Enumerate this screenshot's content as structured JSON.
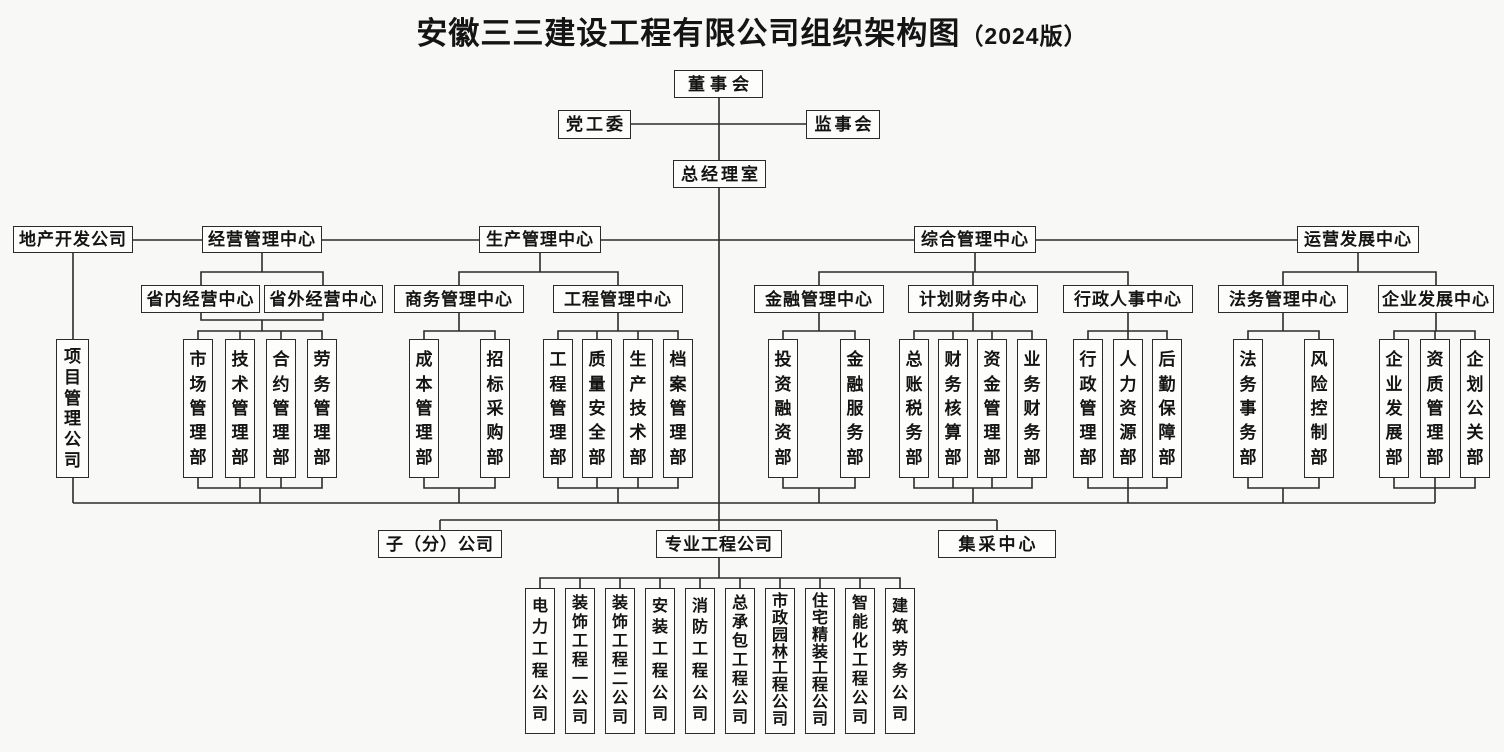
{
  "title": {
    "main": "安徽三三建设工程有限公司组织架构图",
    "edition": "（2024版）"
  },
  "top": {
    "board": "董事会",
    "party_committee": "党工委",
    "supervisory_board": "监事会",
    "gm_office": "总经理室"
  },
  "level2": {
    "realestate_company": "地产开发公司",
    "operation_mgmt_center": "经营管理中心",
    "production_mgmt_center": "生产管理中心",
    "general_mgmt_center": "综合管理中心",
    "operation_dev_center": "运营发展中心"
  },
  "level3": {
    "in_province_center": "省内经营中心",
    "out_province_center": "省外经营中心",
    "commerce_mgmt_center": "商务管理中心",
    "engineering_mgmt_center": "工程管理中心",
    "finance_mgmt_center": "金融管理中心",
    "planning_finance_center": "计划财务中心",
    "admin_hr_center": "行政人事中心",
    "legal_mgmt_center": "法务管理中心",
    "enterprise_dev_center": "企业发展中心"
  },
  "departments": {
    "project_mgmt_company": "项目管理公司",
    "operation": [
      "市场管理部",
      "技术管理部",
      "合约管理部",
      "劳务管理部"
    ],
    "commerce": [
      "成本管理部",
      "招标采购部"
    ],
    "engineering": [
      "工程管理部",
      "质量安全部",
      "生产技术部",
      "档案管理部"
    ],
    "finance": [
      "投资融资部",
      "金融服务部"
    ],
    "planning": [
      "总账税务部",
      "财务核算部",
      "资金管理部",
      "业务财务部"
    ],
    "admin_hr": [
      "行政管理部",
      "人力资源部",
      "后勤保障部"
    ],
    "legal": [
      "法务事务部",
      "风险控制部"
    ],
    "enterprise": [
      "企业发展部",
      "资质管理部",
      "企划公关部"
    ]
  },
  "bottom": {
    "sub_companies": "子（分）公司",
    "professional_companies": "专业工程公司",
    "procurement_center": "集采中心",
    "companies": [
      "电力工程公司",
      "装饰工程一公司",
      "装饰工程二公司",
      "安装工程公司",
      "消防工程公司",
      "总承包工程公司",
      "市政园林工程公司",
      "住宅精装工程公司",
      "智能化工程公司",
      "建筑劳务公司"
    ]
  },
  "colors": {
    "line": "#2b2b2b",
    "background": "#f8f8f6",
    "box_fill": "#fdfdfb",
    "text": "#141414"
  }
}
